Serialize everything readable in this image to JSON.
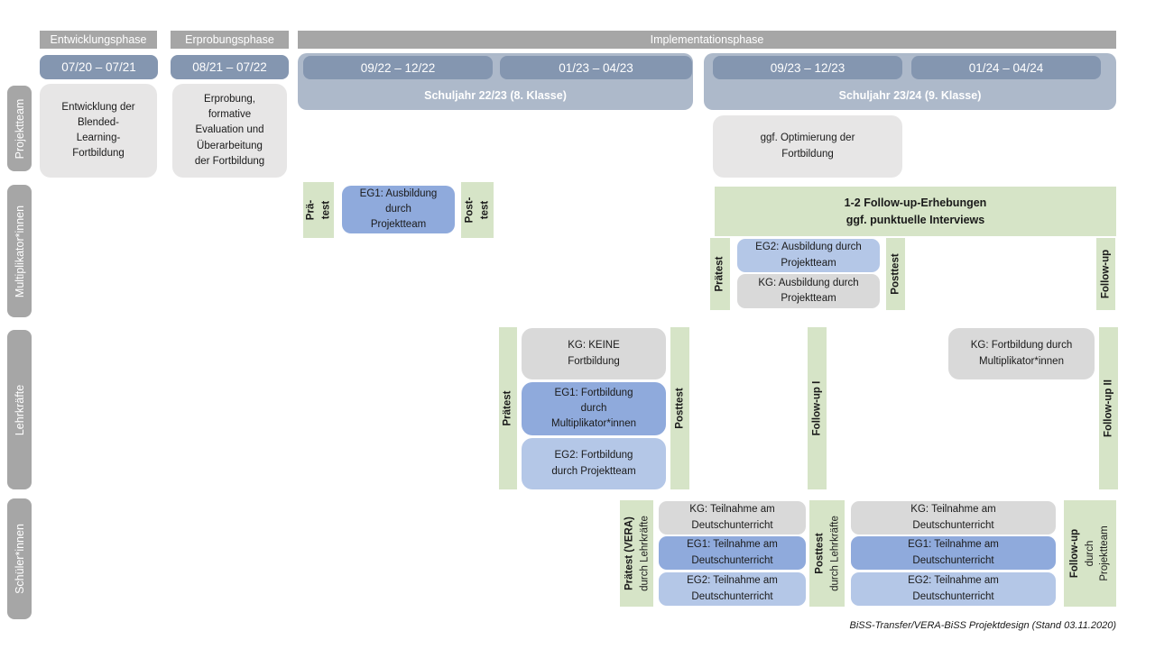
{
  "colors": {
    "phase_gray": "#a6a6a6",
    "date_blue_gray": "#8496b0",
    "schoolyear_container": "#adb9ca",
    "light_gray_box": "#e7e6e6",
    "kg_gray_box": "#d9d9d9",
    "eg1_blue": "#8faadc",
    "eg2_light_blue": "#b4c7e7",
    "test_green": "#d6e4c7"
  },
  "phases": {
    "entwicklung": "Entwicklungsphase",
    "erprobung": "Erprobungsphase",
    "implementation": "Implementationsphase"
  },
  "timeline": {
    "d1": "07/20 – 07/21",
    "d2": "08/21 – 07/22",
    "d3": "09/22 – 12/22",
    "d4": "01/23 – 04/23",
    "sy1": "Schuljahr 22/23 (8. Klasse)",
    "d5": "09/23 – 12/23",
    "d6": "01/24 – 04/24",
    "sy2": "Schuljahr 23/24 (9. Klasse)"
  },
  "row_labels": {
    "projektteam": "Projektteam",
    "multiplikator": "Multiplikator*innen",
    "lehrkraefte": "Lehrkräfte",
    "schueler": "Schüler*innen"
  },
  "projektteam_row": {
    "entwicklung": "Entwicklung der\nBlended-\nLearning-\nFortbildung",
    "erprobung": "Erprobung,\nformative\nEvaluation und\nÜberarbeitung\nder Fortbildung",
    "optimierung": "ggf. Optimierung der\nFortbildung"
  },
  "multiplikator_row": {
    "praetest1": {
      "l1": "Prä-",
      "l2": "test"
    },
    "eg1": "EG1: Ausbildung\ndurch\nProjektteam",
    "posttest1": {
      "l1": "Post-",
      "l2": "test"
    },
    "followup_banner": "1-2 Follow-up-Erhebungen\nggf. punktuelle Interviews",
    "praetest2": "Prätest",
    "eg2": "EG2: Ausbildung durch\nProjektteam",
    "kg": "KG: Ausbildung durch\nProjektteam",
    "posttest2": "Posttest",
    "followup": "Follow-up"
  },
  "lehrkraefte_row": {
    "praetest": "Prätest",
    "kg_keine": "KG: KEINE\nFortbildung",
    "eg1": "EG1: Fortbildung\ndurch\nMultiplikator*innen",
    "eg2": "EG2: Fortbildung\ndurch Projektteam",
    "posttest": "Posttest",
    "followup1": "Follow-up I",
    "kg_fortbildung": "KG: Fortbildung durch\nMultiplikator*innen",
    "followup2": "Follow-up II"
  },
  "schueler_row": {
    "praetest": {
      "l1": "Prätest (VERA)",
      "l2": "durch Lehrkräfte"
    },
    "kg1": "KG: Teilnahme am\nDeutschunterricht",
    "eg1_1": "EG1: Teilnahme am\nDeutschunterricht",
    "eg2_1": "EG2: Teilnahme am\nDeutschunterricht",
    "posttest": {
      "l1": "Posttest",
      "l2": "durch Lehrkräfte"
    },
    "kg2": "KG: Teilnahme am\nDeutschunterricht",
    "eg1_2": "EG1: Teilnahme am\nDeutschunterricht",
    "eg2_2": "EG2: Teilnahme am\nDeutschunterricht",
    "followup": {
      "l1": "Follow-up",
      "l2": "durch",
      "l3": "Projektteam"
    }
  },
  "footer": "BiSS-Transfer/VERA-BiSS Projektdesign (Stand 03.11.2020)"
}
